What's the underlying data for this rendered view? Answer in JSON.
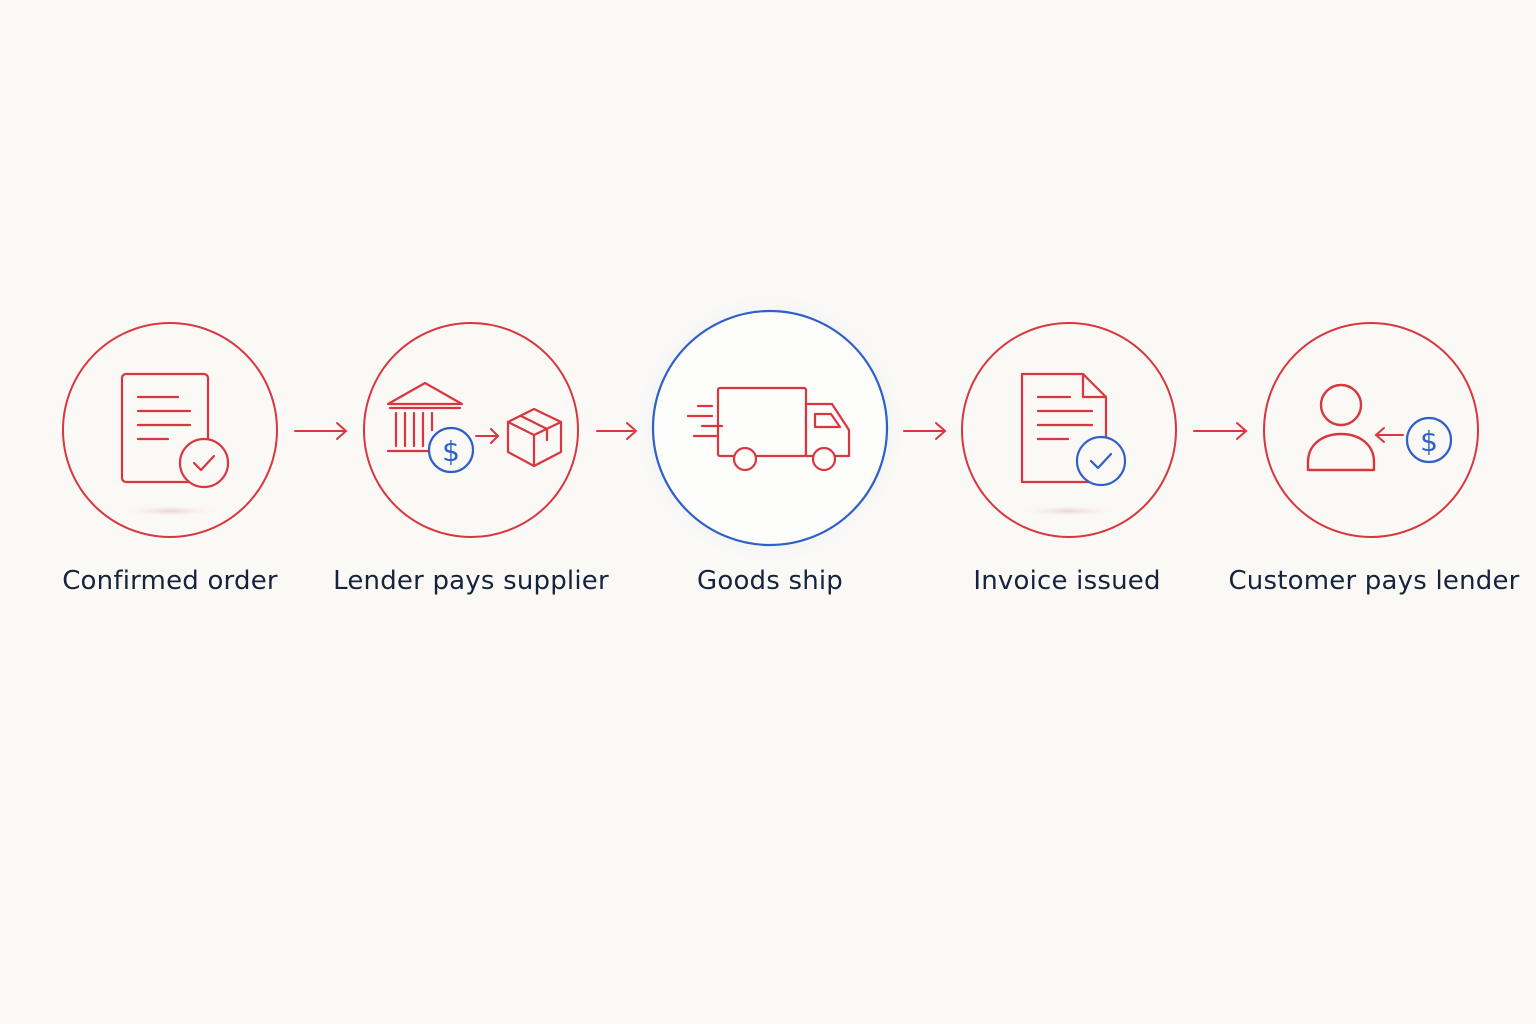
{
  "colors": {
    "accent_red": "#d9363e",
    "accent_blue": "#2f5fc8",
    "text": "#17233d",
    "background": "#faf9f6"
  },
  "steps": [
    {
      "label": "Confirmed order",
      "icon": "document-check-icon",
      "highlighted": false
    },
    {
      "label": "Lender pays supplier",
      "icon": "bank-dollar-box-icon",
      "highlighted": false
    },
    {
      "label": "Goods ship",
      "icon": "delivery-truck-icon",
      "highlighted": true
    },
    {
      "label": "Invoice issued",
      "icon": "invoice-check-icon",
      "highlighted": false
    },
    {
      "label": "Customer pays lender",
      "icon": "person-dollar-icon",
      "highlighted": false
    }
  ],
  "symbols": {
    "dollar": "$"
  }
}
